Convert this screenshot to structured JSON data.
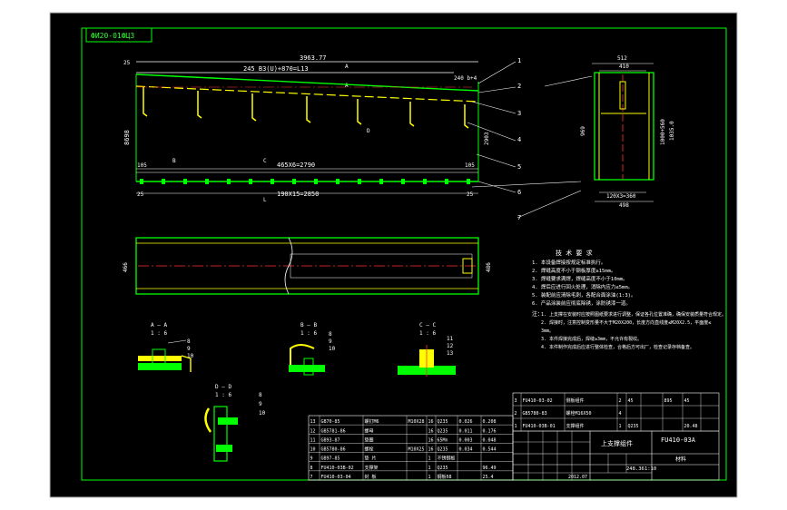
{
  "drawing": {
    "code_box": "ФИ20-01ФЦ3",
    "colors": {
      "frame": "#ffffff",
      "green": "#00ff00",
      "yellow": "#ffff00",
      "red": "#ff3030",
      "cyan": "#66ccff",
      "background": "#000000"
    },
    "front_view": {
      "total_length": "3963.77",
      "top_dim": "245 B3(U)+870=L13",
      "right_top_dim": "240 b+4",
      "bottom_dim_1": "465X6=2790",
      "bottom_dim_2": "190X15=2850",
      "height": "8698",
      "right_height": "2903",
      "left_small": "25",
      "left_mid": "105",
      "right_mid": "105",
      "left_bottom": "25",
      "right_bottom": "25",
      "section_A": "A",
      "section_B": "B",
      "section_C": "C",
      "section_L": "L",
      "section_D": "D"
    },
    "callouts": [
      "1",
      "2",
      "3",
      "4",
      "5",
      "6",
      "7"
    ],
    "side_view": {
      "top_1": "512",
      "top_2": "410",
      "height_left": "969",
      "height_right_1": "1000+560",
      "height_right_2": "1035.0",
      "bottom_1": "120X3=360",
      "bottom_2": "498"
    },
    "plan_view": {
      "left_dim": "466",
      "right_dim": "486"
    },
    "notes_title": "技 术 要 求",
    "notes": [
      "1. 本设备焊接按规定标准执行。",
      "2. 焊缝高度不小于钢板厚度≥15mm。",
      "3. 焊缝要求满焊，焊缝高度不小于10mm。",
      "4. 焊后应进行回火处理，消除内应力≤5mm。",
      "5. 装配前应清除毛刺，各配合面涂油(1:3)。",
      "6. 产品涂装前应彻底除锈，涂防锈漆一道。"
    ],
    "notes2_title": "注：",
    "notes2": [
      "1. 上支撑在安装时应按照图纸要求进行调整，保证各孔位置准确，确保安装质量符合规定。",
      "2. 焊接时，注意控制变形量不大于M20X200，长度方向直线度≤M20X2.5，平面度≤",
      "   3mm。",
      "3. 本件焊接完成后，焊缝≥3mm，不允许有裂纹。",
      "4. 本件制作完成后应进行整体检查，合格后方可出厂，检查记录存档备查。"
    ],
    "sections": [
      {
        "title": "A — A",
        "scale": "1 : 6",
        "items": [
          "8",
          "9",
          "10"
        ]
      },
      {
        "title": "B — B",
        "scale": "1 : 6",
        "items": [
          "8",
          "9",
          "10"
        ]
      },
      {
        "title": "C — C",
        "scale": "1 : 6",
        "items": [
          "11",
          "12",
          "13"
        ]
      },
      {
        "title": "D — D",
        "scale": "1 : 6",
        "items": [
          "8",
          "9",
          "10"
        ]
      }
    ],
    "bom": [
      [
        "13",
        "GB70-85",
        "螺钉M6",
        "M10X28",
        "16",
        "Q235",
        "0.026",
        "0.208"
      ],
      [
        "12",
        "GB5781-86",
        "螺母",
        "",
        "16",
        "Q235",
        "0.011",
        "0.176"
      ],
      [
        "11",
        "GB93-87",
        "垫圈",
        "",
        "16",
        "65Mn",
        "0.003",
        "0.048"
      ],
      [
        "10",
        "GB5780-86",
        "螺栓",
        "M10X25",
        "16",
        "Q235",
        "0.034",
        "0.544"
      ],
      [
        "9",
        "GB97-85",
        "垫 片",
        "",
        "1",
        "不锈钢板",
        "",
        ""
      ],
      [
        "8",
        "FU410-03B-02",
        "支撑架",
        "",
        "1",
        "Q235",
        "",
        "96.49"
      ],
      [
        "7",
        "FU410-03-04",
        "封 板",
        "",
        "1",
        "钢板δ8",
        "",
        "25.4"
      ]
    ],
    "bom_upper": [
      [
        "3",
        "FU410-03-02",
        "侧板组件",
        "2",
        "45",
        "",
        "895",
        "45",
        ""
      ],
      [
        "2",
        "GB5780-83",
        "螺栓M16X50",
        "4",
        "",
        "",
        "",
        "",
        ""
      ],
      [
        "1",
        "FU410-03B-01",
        "支撑组件",
        "1",
        "Q235",
        "",
        "",
        "20.48",
        ""
      ]
    ],
    "title_block": {
      "name": "上支撑组件",
      "code": "FU410-03A",
      "company": "材料",
      "weight": "248.36",
      "scale": "1:10",
      "date": "2012.07"
    }
  }
}
